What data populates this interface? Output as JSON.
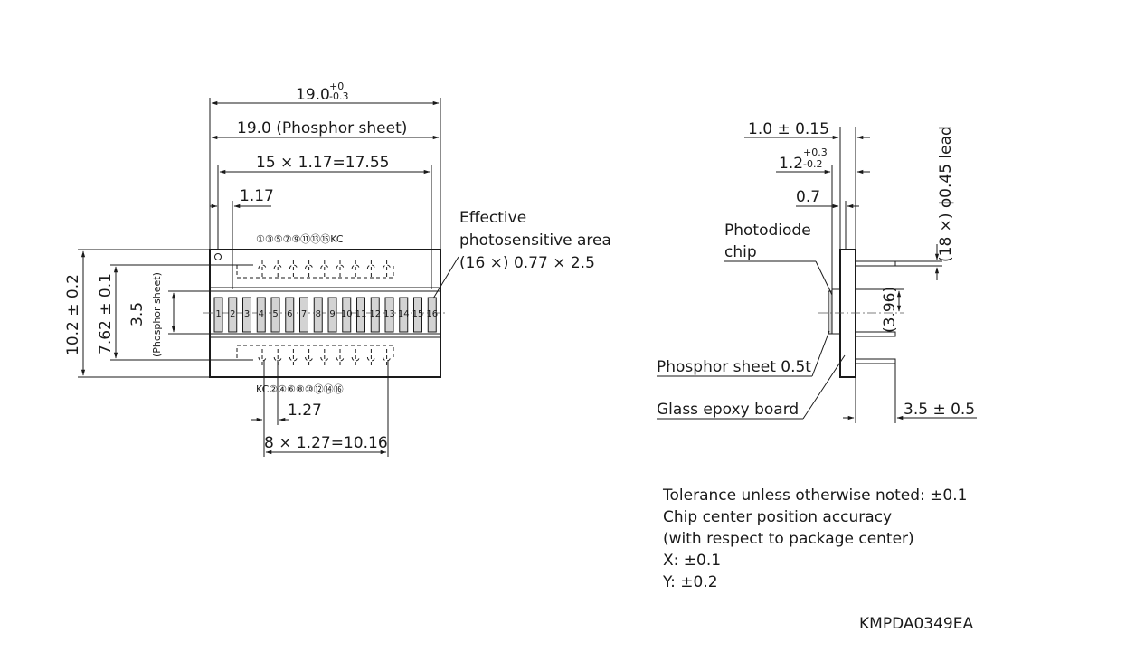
{
  "top_view": {
    "dim_overall": "19.0",
    "dim_overall_tol_upper": "+0",
    "dim_overall_tol_lower": "-0.3",
    "dim_phosphor_width": "19.0 (Phosphor sheet)",
    "dim_pitch_total": "15 × 1.17=17.55",
    "dim_pitch": "1.17",
    "dim_height": "10.2 ± 0.2",
    "dim_row_spacing": "7.62 ± 0.1",
    "dim_phosphor_height": "3.5",
    "dim_phosphor_height_label": "(Phosphor sheet)",
    "pins_top_label": "①③⑤⑦⑨⑪⑬⑮KC",
    "pins_bottom_label": "KC②④⑥⑧⑩⑫⑭⑯",
    "dim_lead_pitch": "1.27",
    "dim_lead_total": "8 × 1.27=10.16",
    "element_numbers": [
      "1",
      "2",
      "3",
      "4",
      "5",
      "6",
      "7",
      "8",
      "9",
      "10",
      "11",
      "12",
      "13",
      "14",
      "15",
      "16"
    ],
    "callout_line1": "Effective",
    "callout_line2": "photosensitive area",
    "callout_line3": "(16 ×) 0.77 × 2.5"
  },
  "side_view": {
    "dim_board": "1.0 ± 0.15",
    "dim_total_thickness": "1.2",
    "dim_total_tol_upper": "+0.3",
    "dim_total_tol_lower": "-0.2",
    "dim_chip": "0.7",
    "dim_lead_dia": "(18 ×) ϕ0.45 lead",
    "label_chip_line1": "Photodiode",
    "label_chip_line2": "chip",
    "dim_chip_center": "(3.96)",
    "label_phosphor": "Phosphor sheet 0.5t",
    "label_board": "Glass epoxy board",
    "dim_lead_length": "3.5 ± 0.5"
  },
  "notes": [
    "Tolerance unless otherwise noted: ±0.1",
    "Chip center position accuracy",
    "(with respect to package center)",
    "X: ±0.1",
    "Y: ±0.2"
  ],
  "drawing_code": "KMPDA0349EA"
}
